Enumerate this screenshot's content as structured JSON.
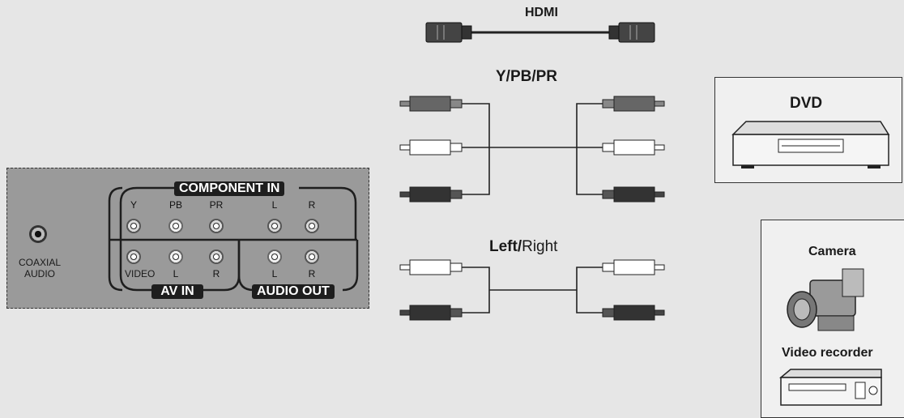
{
  "cables": {
    "hdmi": "HDMI",
    "ypbpr": "Y/PB/PR",
    "left": "Left/",
    "right": "Right"
  },
  "panel": {
    "component_in": "COMPONENT  IN",
    "av_in": "AV  IN",
    "audio_out": "AUDIO OUT",
    "coaxial_line1": "COAXIAL",
    "coaxial_line2": "AUDIO",
    "top_row_labels": [
      "Y",
      "PB",
      "PR",
      "L",
      "R"
    ],
    "av_labels": [
      "VIDEO",
      "L",
      "R"
    ],
    "audio_out_labels": [
      "L",
      "R"
    ]
  },
  "devices": {
    "dvd": "DVD",
    "camera": "Camera",
    "video_recorder": "Video recorder"
  }
}
